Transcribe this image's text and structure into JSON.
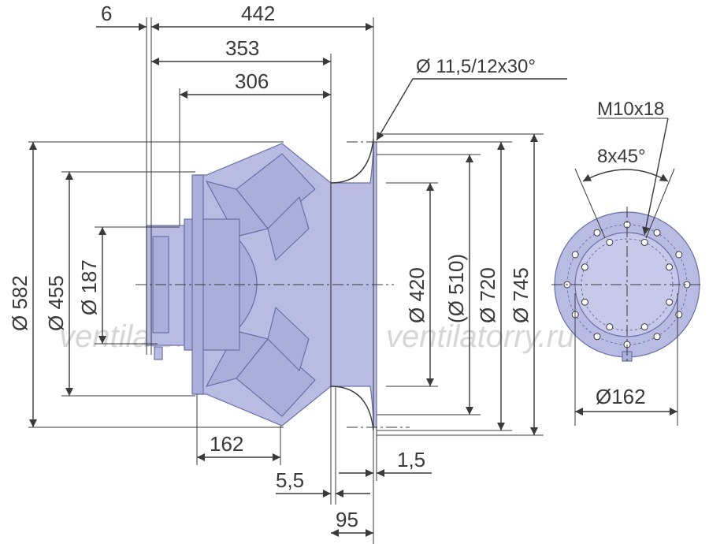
{
  "watermark": "ventilatorry.ru",
  "dimensions": {
    "d6": "6",
    "d442": "442",
    "d353": "353",
    "d306": "306",
    "d162_side": "162",
    "d5_5": "5,5",
    "d1_5": "1,5",
    "d95": "95",
    "dia582": "Ø 582",
    "dia455": "Ø 455",
    "dia187": "Ø 187",
    "dia420": "Ø 420",
    "dia510": "(Ø 510)",
    "dia720": "Ø 720",
    "dia745": "Ø 745",
    "dia162": "Ø162"
  },
  "annotations": {
    "holes": "Ø 11,5/12x30°",
    "thread": "M10x18",
    "angle": "8x45°"
  },
  "colors": {
    "body": "#b8bce3",
    "outline": "#6a6fa8",
    "lines": "#3a3a3a"
  }
}
